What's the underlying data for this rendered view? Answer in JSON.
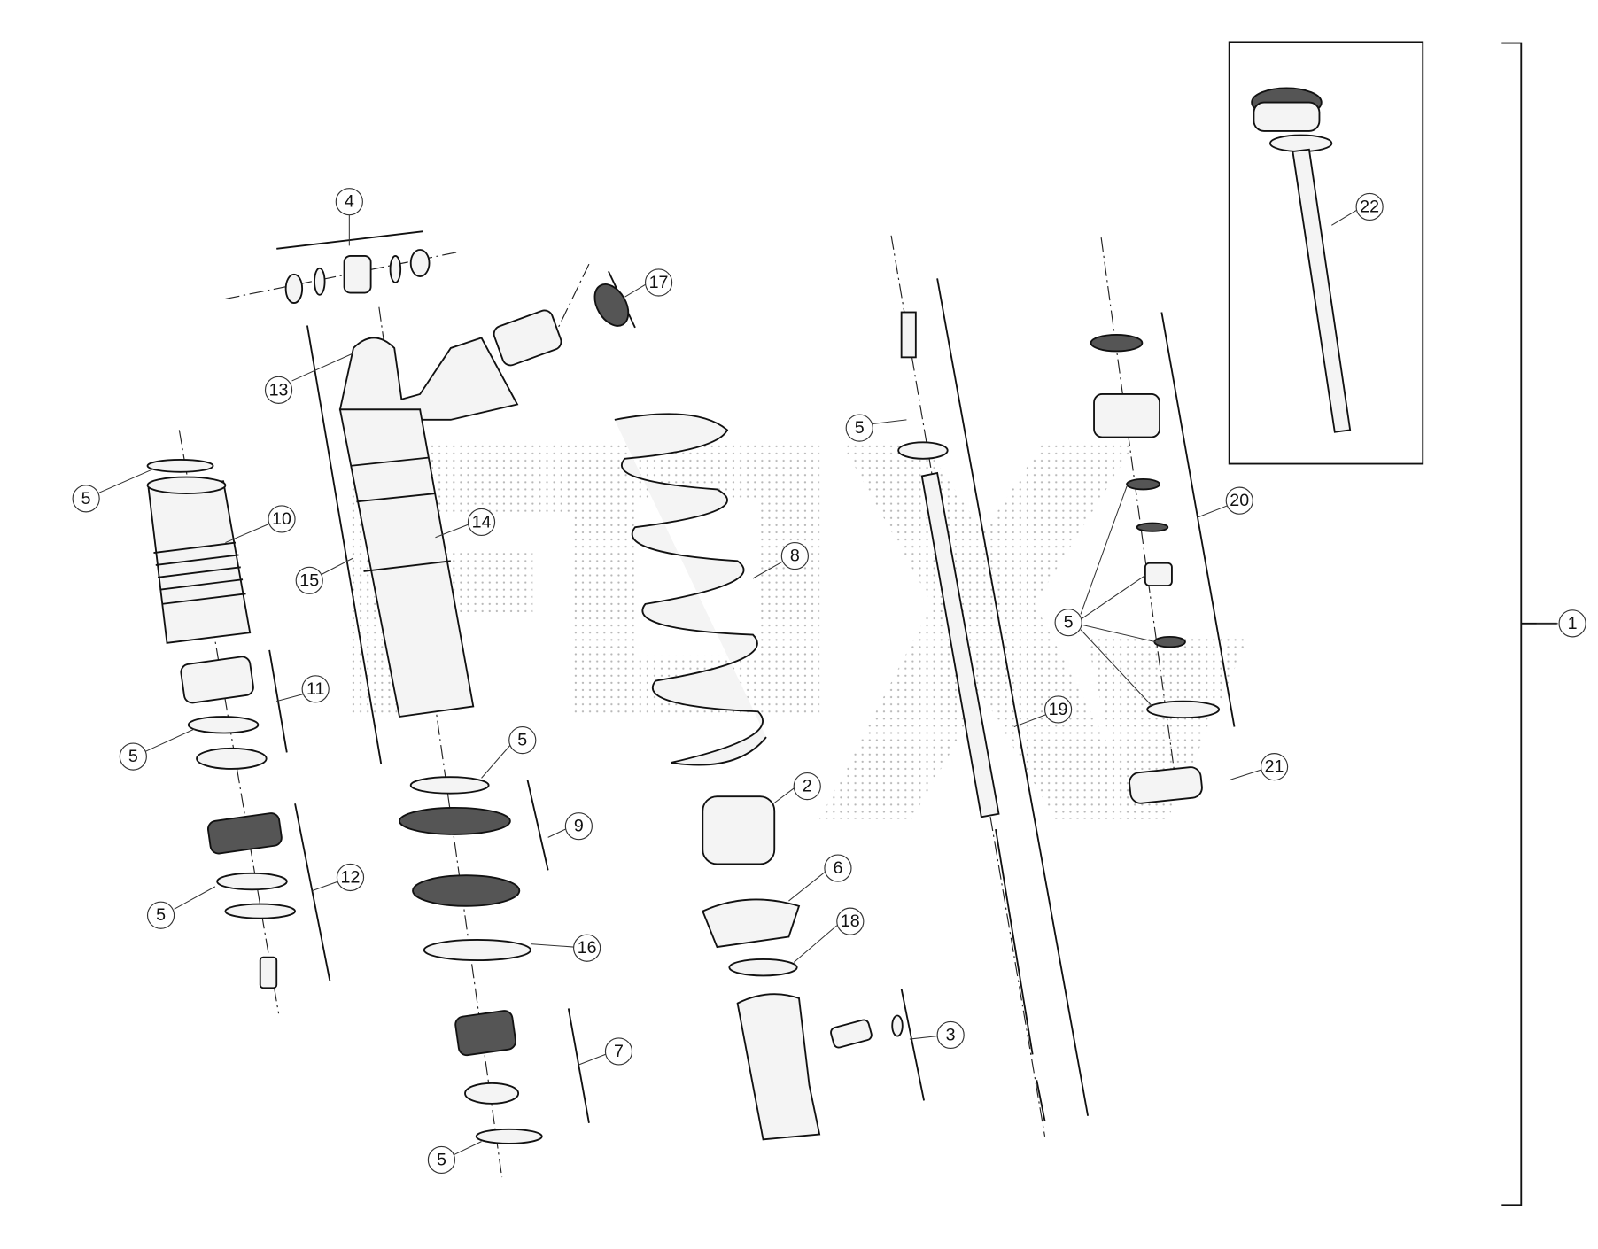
{
  "diagram": {
    "type": "exploded parts diagram",
    "callouts": [
      "4",
      "17",
      "13",
      "5",
      "10",
      "14",
      "15",
      "8",
      "5",
      "20",
      "5",
      "22",
      "1",
      "11",
      "5",
      "19",
      "21",
      "5",
      "2",
      "9",
      "6",
      "12",
      "5",
      "18",
      "16",
      "3",
      "7",
      "5"
    ],
    "watermark": "FOX"
  }
}
